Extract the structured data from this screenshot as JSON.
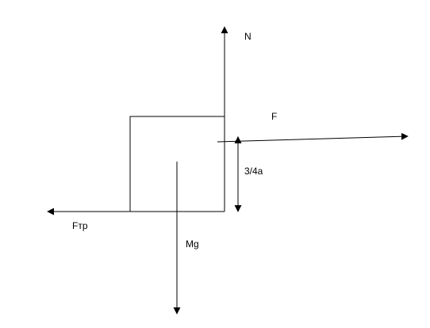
{
  "diagram": {
    "labels": {
      "normal_force": "N",
      "applied_force": "F",
      "friction_force": "Fтр",
      "gravity_force": "Mg",
      "height_dimension": "3/4a"
    },
    "colors": {
      "stroke": "#000000",
      "background": "#ffffff"
    }
  }
}
